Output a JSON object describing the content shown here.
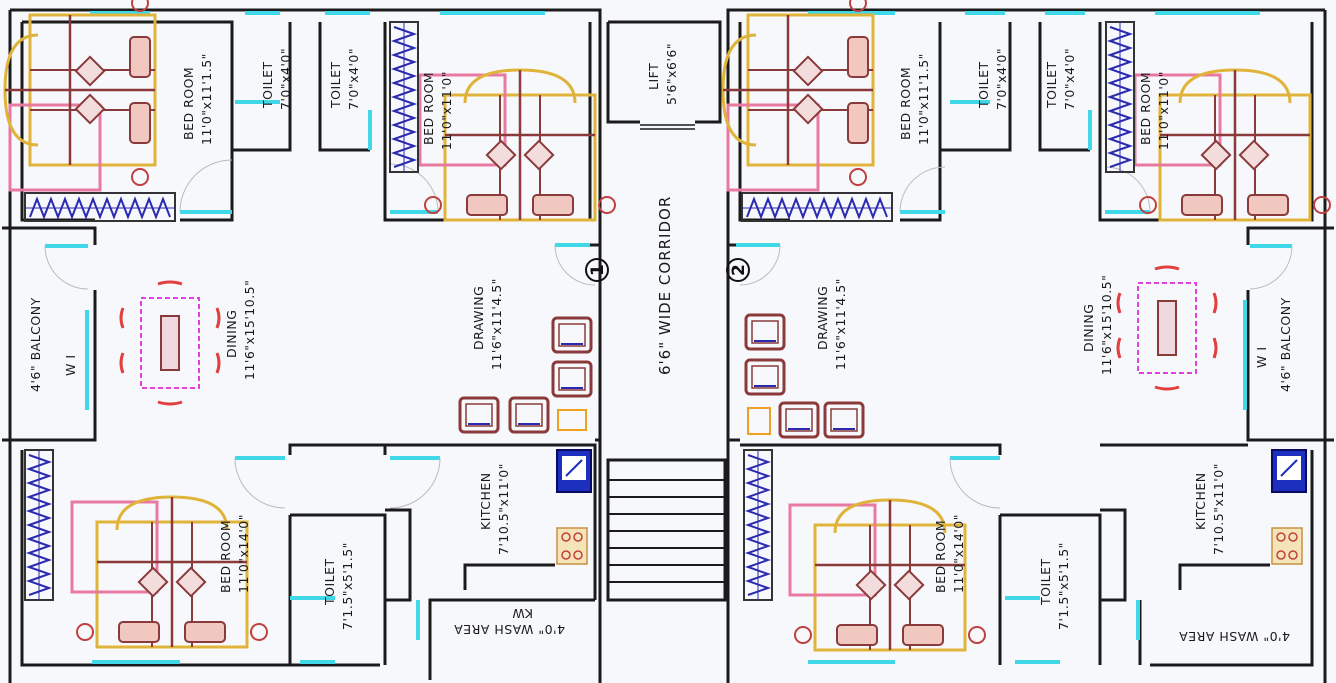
{
  "plan": {
    "corridor": "6'6\" WIDE CORRIDOR",
    "lift": {
      "name": "LIFT",
      "size": "5'6\"x6'6\""
    },
    "units": [
      "1",
      "2"
    ],
    "left": {
      "bed1": {
        "name": "BED ROOM",
        "size": "11'0\"x11'1.5\""
      },
      "toilet1": {
        "name": "TOILET",
        "size": "7'0\"x4'0\""
      },
      "toilet2": {
        "name": "TOILET",
        "size": "7'0\"x4'0\""
      },
      "bed2": {
        "name": "BED ROOM",
        "size": "11'0\"x11'0\""
      },
      "balcony": "4'6\" BALCONY",
      "wi": "W I",
      "dining": {
        "name": "DINING",
        "size": "11'6\"x15'10.5\""
      },
      "drawing": {
        "name": "DRAWING",
        "size": "11'6\"x11'4.5\""
      },
      "bed3": {
        "name": "BED ROOM",
        "size": "11'0\"x14'0\""
      },
      "toilet3": {
        "name": "TOILET",
        "size": "7'1.5\"x5'1.5\""
      },
      "kitchen": {
        "name": "KITCHEN",
        "size": "7'10.5\"x11'0\""
      },
      "wash": "4'0\" WASH AREA",
      "kw": "KW"
    },
    "right": {
      "bed1": {
        "name": "BED ROOM",
        "size": "11'0\"x11'1.5\""
      },
      "toilet1": {
        "name": "TOILET",
        "size": "7'0\"x4'0\""
      },
      "toilet2": {
        "name": "TOILET",
        "size": "7'0\"x4'0\""
      },
      "bed2": {
        "name": "BED ROOM",
        "size": "11'0\"x11'0\""
      },
      "drawing": {
        "name": "DRAWING",
        "size": "11'6\"x11'4.5\""
      },
      "dining": {
        "name": "DINING",
        "size": "11'6\"x15'10.5\""
      },
      "wi": "W I",
      "balcony": "4'6\" BALCONY",
      "bed3": {
        "name": "BED ROOM",
        "size": "11'0\"x14'0\""
      },
      "toilet3": {
        "name": "TOILET",
        "size": "7'1.5\"x5'1.5\""
      },
      "kitchen": {
        "name": "KITCHEN",
        "size": "7'10.5\"x11'0\""
      },
      "wash": "4'0\" WASH AREA"
    }
  }
}
